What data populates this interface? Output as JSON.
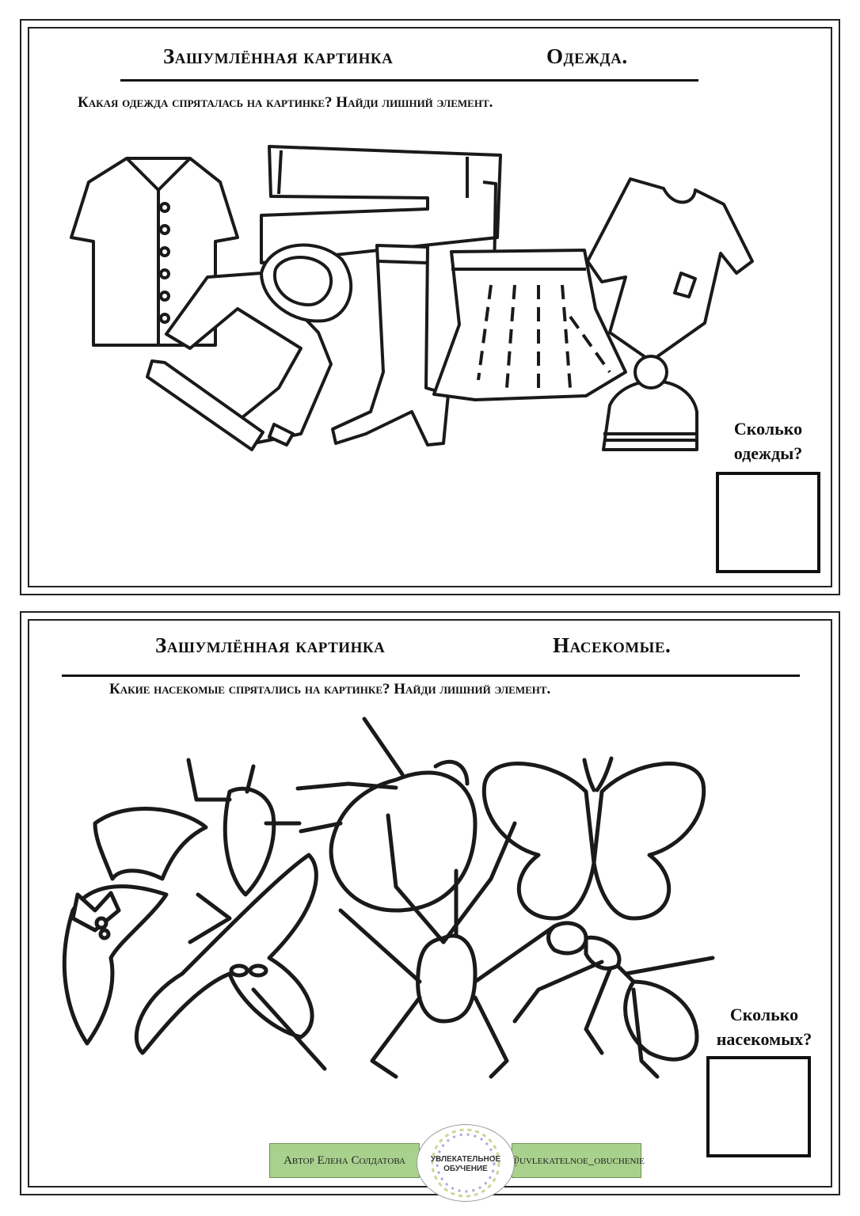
{
  "cards": [
    {
      "title_left": "Зашумлённая картинка",
      "title_right": "Одежда.",
      "question": "Какая  одежда спряталась на картинке? Найди лишний элемент.",
      "count_line1": "Сколько",
      "count_line2": "одежды?"
    },
    {
      "title_left": "Зашумлённая картинка",
      "title_right": "Насекомые.",
      "question": "Какие насекомые  спрятались на картинке? Найди лишний элемент.",
      "count_line1": "Сколько",
      "count_line2": "насекомых?"
    }
  ],
  "footer": {
    "author": "Автор Елена Солдатова",
    "handle": "@uvlekatelnoe_obuchenie",
    "logo_line1": "Увлекательное",
    "logo_line2": "обучение"
  },
  "colors": {
    "badge": "#a9d18e",
    "ink": "#111111"
  },
  "icons": [
    "shirt-icon",
    "trousers-icon",
    "tshirt-icon",
    "jacket-icon",
    "boot-icon",
    "skirt-icon",
    "hat-icon",
    "bat-icon",
    "fly-icon",
    "beetle-icon",
    "butterfly-icon",
    "dragonfly-icon",
    "spider-icon",
    "ant-icon"
  ]
}
